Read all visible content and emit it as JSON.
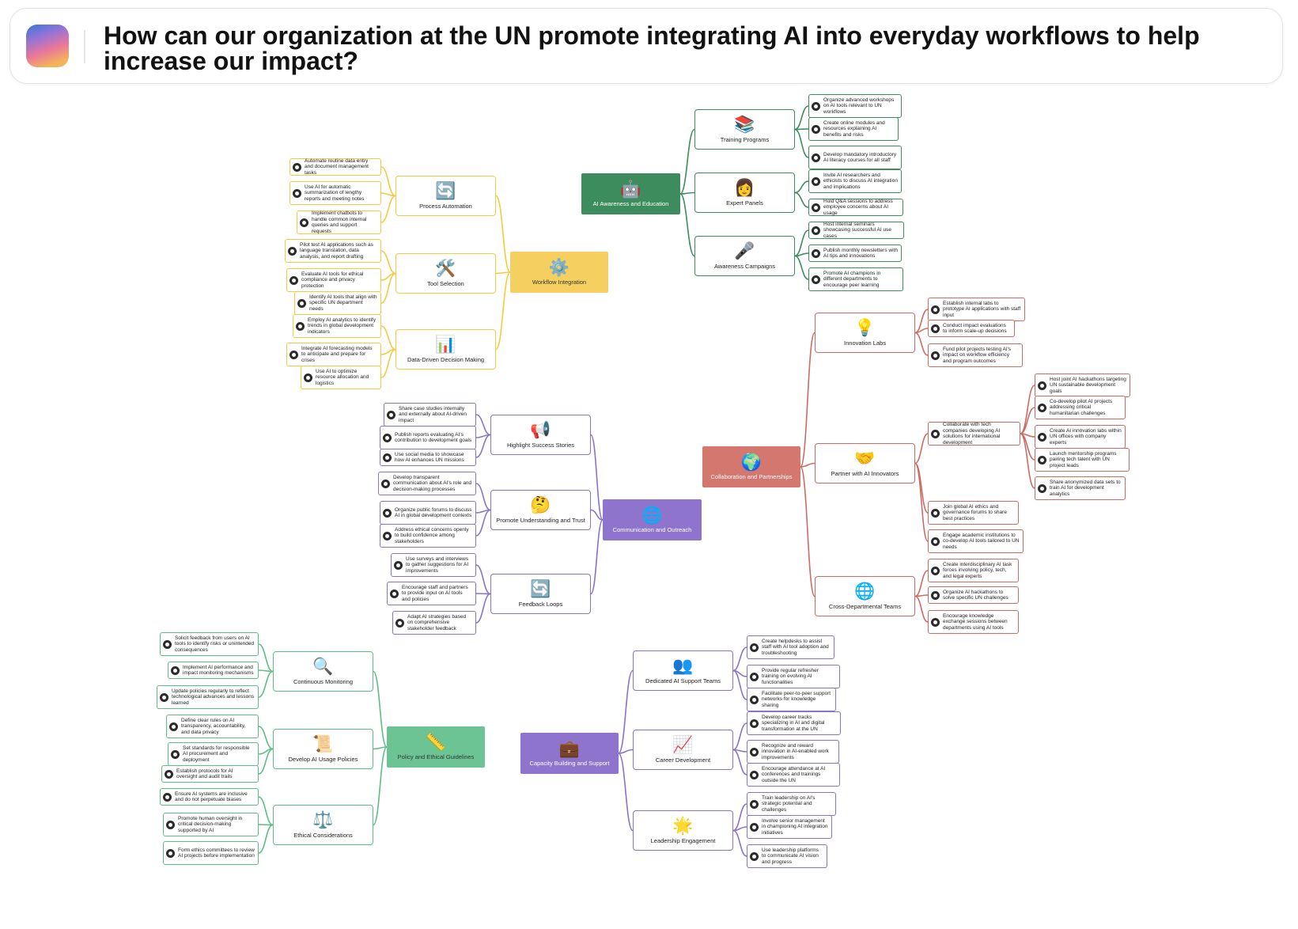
{
  "prompt": {
    "question": "How can our organization at the UN promote integrating AI into everyday workflows to help increase our impact?"
  },
  "colors": {
    "workflow": "#f5c940",
    "awareness": "#3d8c5e",
    "collaboration": "#cd6b63",
    "communication": "#8b72c9",
    "policy": "#5fbd85",
    "capacity": "#8b72c9"
  },
  "mindmap": {
    "branches": [
      {
        "key": "workflow",
        "label": "Workflow Integration",
        "emoji": "⚙️",
        "icon": "gear-icon",
        "color": "#f5c940",
        "root_fill": "#f5d060",
        "root_text": "#333333",
        "children": [
          {
            "label": "Process Automation",
            "emoji": "🔄",
            "icon": "cycle-arrows-icon",
            "leaves": [
              "Automate routine data entry and document management tasks",
              "Use AI for automatic summarization of lengthy reports and meeting notes",
              "Implement chatbots to handle common internal queries and support requests"
            ]
          },
          {
            "label": "Tool Selection",
            "emoji": "🛠️",
            "icon": "tools-icon",
            "leaves": [
              "Pilot test AI applications such as language translation, data analysis, and report drafting",
              "Evaluate AI tools for ethical compliance and privacy protection",
              "Identify AI tools that align with specific UN department needs"
            ]
          },
          {
            "label": "Data-Driven Decision Making",
            "emoji": "📊",
            "icon": "bar-chart-icon",
            "leaves": [
              "Employ AI analytics to identify trends in global development indicators",
              "Integrate AI forecasting models to anticipate and prepare for crises",
              "Use AI to optimize resource allocation and logistics"
            ]
          }
        ]
      },
      {
        "key": "awareness",
        "label": "AI Awareness and Education",
        "emoji": "🤖",
        "icon": "robot-icon",
        "color": "#3d8c5e",
        "root_fill": "#3d8c5e",
        "root_text": "#ffffff",
        "children": [
          {
            "label": "Training Programs",
            "emoji": "📚",
            "icon": "books-icon",
            "leaves": [
              "Organize advanced workshops on AI tools relevant to UN workflows",
              "Create online modules and resources explaining AI benefits and risks",
              "Develop mandatory introductory AI literacy courses for all staff"
            ]
          },
          {
            "label": "Expert Panels",
            "emoji": "👩",
            "icon": "woman-icon",
            "leaves": [
              "Invite AI researchers and ethicists to discuss AI integration and implications",
              "Hold Q&A sessions to address employee concerns about AI usage"
            ]
          },
          {
            "label": "Awareness Campaigns",
            "emoji": "🎤",
            "icon": "microphone-icon",
            "leaves": [
              "Host internal seminars showcasing successful AI use cases",
              "Publish monthly newsletters with AI tips and innovations",
              "Promote AI champions in different departments to encourage peer learning"
            ]
          }
        ]
      },
      {
        "key": "collaboration",
        "label": "Collaboration and Partnerships",
        "emoji": "🌍",
        "icon": "globe-icon",
        "color": "#cd6b63",
        "root_fill": "#d4776e",
        "root_text": "#ffffff",
        "children": [
          {
            "label": "Innovation Labs",
            "emoji": "💡",
            "icon": "lightbulb-icon",
            "leaves": [
              "Establish internal labs to prototype AI applications with staff input",
              "Conduct impact evaluations to inform scale-up decisions",
              "Fund pilot projects testing AI's impact on workflow efficiency and program outcomes"
            ]
          },
          {
            "label": "Partner with AI Innovators",
            "emoji": "🤝",
            "icon": "handshake-icon",
            "leaves": [
              "Collaborate with tech companies developing AI solutions for international development",
              "Join global AI ethics and governance forums to share best practices",
              "Engage academic institutions to co-develop AI tools tailored to UN needs"
            ],
            "subleaves": [
              "Host joint AI hackathons targeting UN sustainable development goals",
              "Co-develop pilot AI projects addressing critical humanitarian challenges",
              "Create AI innovation labs within UN offices with company experts",
              "Launch mentorship programs pairing tech talent with UN project leads",
              "Share anonymized data sets to train AI for development analytics"
            ]
          },
          {
            "label": "Cross-Departmental Teams",
            "emoji": "🌐",
            "icon": "globe-meridians-icon",
            "leaves": [
              "Create interdisciplinary AI task forces involving policy, tech, and legal experts",
              "Organize AI hackathons to solve specific UN challenges",
              "Encourage knowledge exchange sessions between departments using AI tools"
            ]
          }
        ]
      },
      {
        "key": "communication",
        "label": "Communication and Outreach",
        "emoji": "🌐",
        "icon": "globe-meridians-icon",
        "color": "#8b72c9",
        "root_fill": "#8e74cc",
        "root_text": "#ffffff",
        "children": [
          {
            "label": "Highlight Success Stories",
            "emoji": "📢",
            "icon": "megaphone-icon",
            "leaves": [
              "Share case studies internally and externally about AI-driven impact",
              "Publish reports evaluating AI's contribution to development goals",
              "Use social media to showcase how AI enhances UN missions"
            ]
          },
          {
            "label": "Promote Understanding and Trust",
            "emoji": "🤔",
            "icon": "thinking-face-icon",
            "leaves": [
              "Develop transparent communication about AI's role and decision-making processes",
              "Organize public forums to discuss AI in global development contexts",
              "Address ethical concerns openly to build confidence among stakeholders"
            ]
          },
          {
            "label": "Feedback Loops",
            "emoji": "🔄",
            "icon": "cycle-arrows-icon",
            "leaves": [
              "Use surveys and interviews to gather suggestions for AI improvements",
              "Encourage staff and partners to provide input on AI tools and policies",
              "Adapt AI strategies based on comprehensive stakeholder feedback"
            ]
          }
        ]
      },
      {
        "key": "policy",
        "label": "Policy and Ethical Guidelines",
        "emoji": "📏",
        "icon": "ruler-icon",
        "color": "#5fbd85",
        "root_fill": "#6cc494",
        "root_text": "#333333",
        "children": [
          {
            "label": "Continuous Monitoring",
            "emoji": "🔍",
            "icon": "magnifier-icon",
            "leaves": [
              "Solicit feedback from users on AI tools to identify risks or unintended consequences",
              "Implement AI performance and impact monitoring mechanisms",
              "Update policies regularly to reflect technological advances and lessons learned"
            ]
          },
          {
            "label": "Develop AI Usage Policies",
            "emoji": "📜",
            "icon": "scroll-icon",
            "leaves": [
              "Define clear rules on AI transparency, accountability, and data privacy",
              "Set standards for responsible AI procurement and deployment",
              "Establish protocols for AI oversight and audit trails"
            ]
          },
          {
            "label": "Ethical Considerations",
            "emoji": "⚖️",
            "icon": "scales-icon",
            "leaves": [
              "Ensure AI systems are inclusive and do not perpetuate biases",
              "Promote human oversight in critical decision-making supported by AI",
              "Form ethics committees to review AI projects before implementation"
            ]
          }
        ]
      },
      {
        "key": "capacity",
        "label": "Capacity Building and Support",
        "emoji": "💼",
        "icon": "briefcase-icon",
        "color": "#8b72c9",
        "root_fill": "#8e74cc",
        "root_text": "#ffffff",
        "children": [
          {
            "label": "Dedicated AI Support Teams",
            "emoji": "👥",
            "icon": "people-icon",
            "leaves": [
              "Create helpdesks to assist staff with AI tool adoption and troubleshooting",
              "Provide regular refresher training on evolving AI functionalities",
              "Facilitate peer-to-peer support networks for knowledge sharing"
            ]
          },
          {
            "label": "Career Development",
            "emoji": "📈",
            "icon": "trend-chart-icon",
            "leaves": [
              "Develop career tracks specializing in AI and digital transformation at the UN",
              "Recognize and reward innovation in AI-enabled work improvements",
              "Encourage attendance at AI conferences and trainings outside the UN"
            ]
          },
          {
            "label": "Leadership Engagement",
            "emoji": "🌟",
            "icon": "star-icon",
            "leaves": [
              "Train leadership on AI's strategic potential and challenges",
              "Involve senior management in championing AI integration initiatives",
              "Use leadership platforms to communicate AI vision and progress"
            ]
          }
        ]
      }
    ]
  }
}
